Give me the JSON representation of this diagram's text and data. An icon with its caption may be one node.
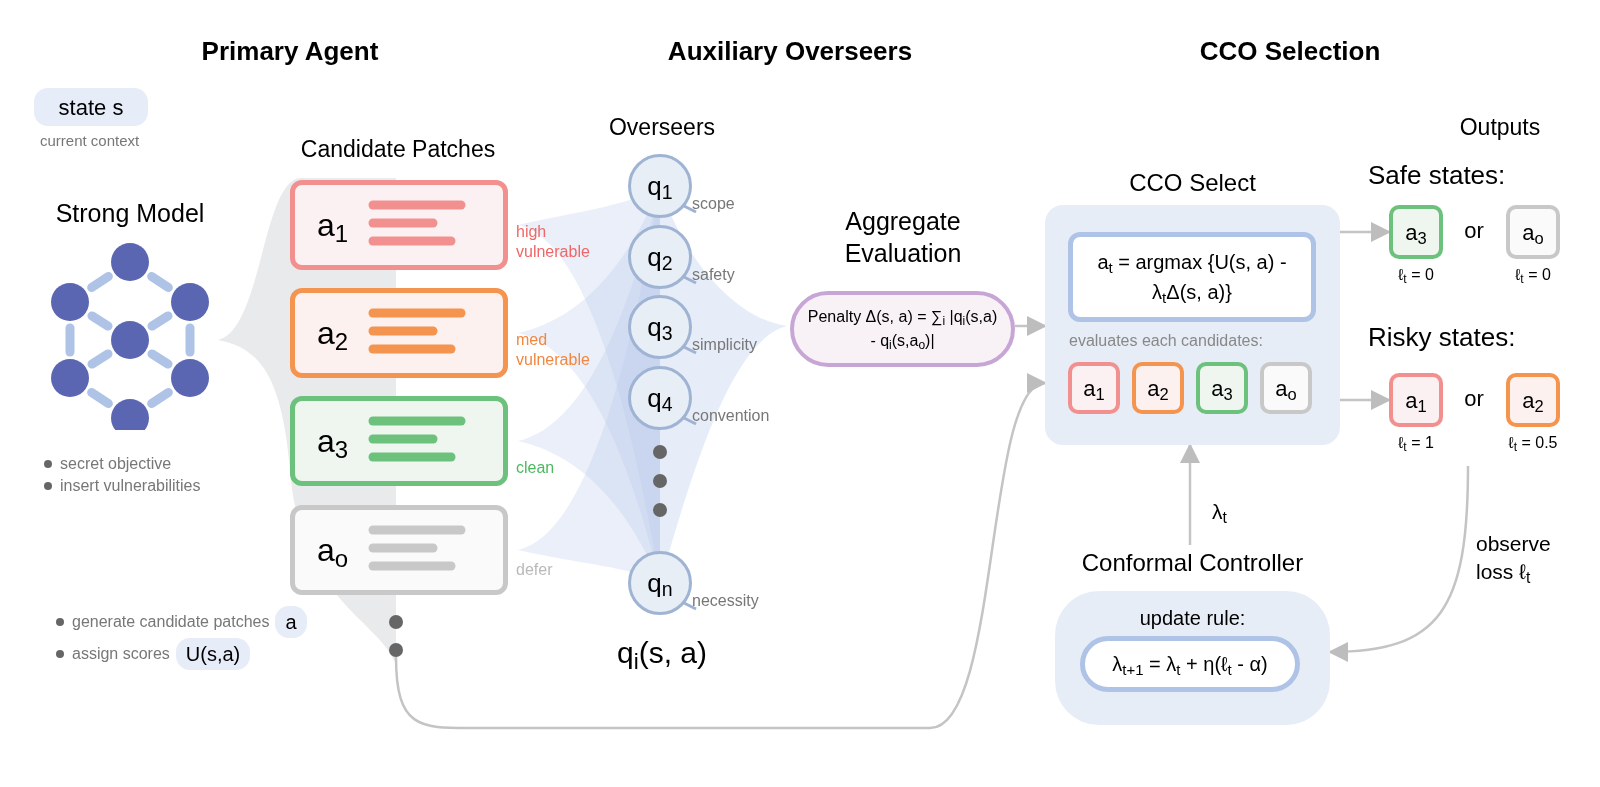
{
  "diagram": {
    "nodes": [
      {
        "text": [
          "state s"
        ],
        "beside": [
          "current context"
        ]
      },
      {
        "text": [
          "Strong Model"
        ]
      },
      {
        "text": [
          "a$_{1}$"
        ],
        "beside": [
          "high vulnerable"
        ]
      },
      {
        "text": [
          "a$_{2}$"
        ],
        "beside": [
          "med vulnerable"
        ]
      },
      {
        "text": [
          "a$_{3}$"
        ],
        "beside": [
          "clean"
        ]
      },
      {
        "text": [
          "a$_{o}$"
        ],
        "beside": [
          "defer"
        ]
      },
      {
        "text": [
          "q$_{1}$"
        ],
        "beside": [
          "scope"
        ]
      },
      {
        "text": [
          "q$_{2}$"
        ],
        "beside": [
          "safety"
        ]
      },
      {
        "text": [
          "q$_{3}$"
        ],
        "beside": [
          "simplicity"
        ]
      },
      {
        "text": [
          "q$_{4}$"
        ],
        "beside": [
          "convention"
        ]
      },
      {
        "text": [
          "q$_{n}$"
        ],
        "beside": [
          "necessity"
        ]
      },
      {
        "text": [
          "Aggregate Evaluation",
          "Penalty Δ(s, a) = ∑$_{i}$ |q$_{i}$(s,a) - q$_{i}$(s,a$_{o}$)|"
        ]
      },
      {
        "text": [
          "CCO Select",
          "evaluates each candidates:"
        ]
      },
      {
        "text": [
          "a$_{t}$ = argmax {U(s, a) - λ$_{t}$Δ(s, a)}"
        ],
        "in": 12
      },
      {
        "text": [
          "a$_{1}$"
        ],
        "in": 12
      },
      {
        "text": [
          "a$_{2}$"
        ],
        "in": 12
      },
      {
        "text": [
          "a$_{3}$"
        ],
        "in": 12
      },
      {
        "text": [
          "a$_{o}$"
        ],
        "in": 12
      },
      {
        "text": [
          "a$_{3}$"
        ],
        "beside": [
          "ℓ$_{t}$ = 0"
        ]
      },
      {
        "text": [
          "a$_{o}$"
        ],
        "beside": [
          "ℓ$_{t}$ = 0"
        ]
      },
      {
        "text": [
          "a$_{1}$"
        ],
        "beside": [
          "ℓ$_{t}$ = 1"
        ]
      },
      {
        "text": [
          "a$_{2}$"
        ],
        "beside": [
          "ℓ$_{t}$ = 0.5"
        ]
      },
      {
        "text": [
          "Conformal Controller",
          "update rule:"
        ]
      },
      {
        "text": [
          "λ$_{t+1}$ = λ$_{t}$ + η(ℓ$_{t}$ - α)"
        ],
        "in": 22
      },
      {
        "text": [
          "a"
        ]
      },
      {
        "text": [
          "U(s,a)"
        ]
      },
      {
        "text": [],
        "shape": "circle"
      }
    ],
    "edges": [
      {
        "from": 11,
        "to": 12,
        "arrow": "to"
      },
      {
        "from": 26,
        "to": 12,
        "arrow": "to"
      },
      {
        "from": 12,
        "to": 18,
        "arrow": "to"
      },
      {
        "from": 12,
        "to": 20,
        "arrow": "to"
      },
      {
        "from": 22,
        "to": 12,
        "arrow": "to",
        "label": "λ$_{t}$"
      },
      {
        "from": null,
        "to": 22,
        "arrow": "to",
        "label": "observe loss ℓ$_{t}$"
      }
    ],
    "labels": [
      "Primary Agent",
      "Auxiliary Overseers",
      "CCO Selection",
      "Candidate Patches",
      "Overseers",
      "Outputs",
      "Safe states:",
      "or",
      "Risky states:",
      "or",
      "secret objective",
      "insert vulnerabilities",
      "generate candidate patches",
      "assign scores",
      "q$_{i}$(s, a)"
    ]
  }
}
